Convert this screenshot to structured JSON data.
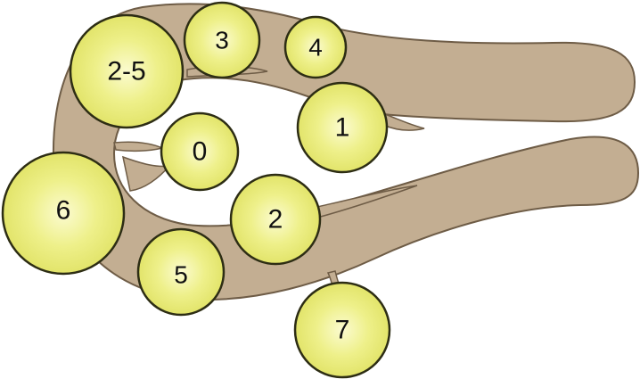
{
  "colors": {
    "tube_fill": "#c3ae92",
    "tube_stroke": "#6e5c46",
    "node_fill_center": "#fbfbd0",
    "node_fill_edge": "#e2e46a",
    "node_stroke": "#2d2d14"
  },
  "nodes": [
    {
      "id": "n25",
      "label": "2-5"
    },
    {
      "id": "n3",
      "label": "3"
    },
    {
      "id": "n4",
      "label": "4"
    },
    {
      "id": "n1",
      "label": "1"
    },
    {
      "id": "n0",
      "label": "0"
    },
    {
      "id": "n2",
      "label": "2"
    },
    {
      "id": "n6",
      "label": "6"
    },
    {
      "id": "n5",
      "label": "5"
    },
    {
      "id": "n7",
      "label": "7"
    }
  ]
}
